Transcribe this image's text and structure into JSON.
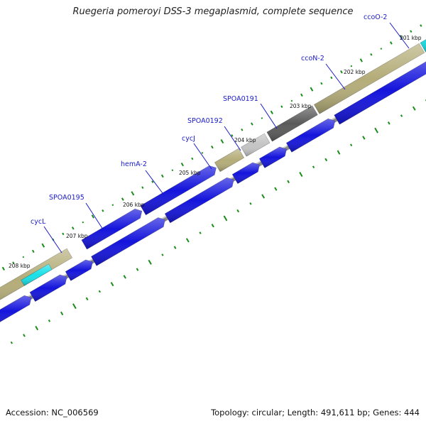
{
  "title": "Ruegeria pomeroyi DSS-3 megaplasmid, complete sequence",
  "footer": {
    "accession": "Accession: NC_006569",
    "summary": "Topology: circular; Length: 491,611 bp; Genes: 444"
  },
  "colors": {
    "cds": "#1414dc",
    "rna": "#b4ac78",
    "highlight": "#16e0e8",
    "dark_gene": "#5a5a5a",
    "light_gene": "#c4c4c4",
    "backbone": "#888888",
    "gc_dots": "#1a8c1a",
    "label": "#1a1ac8"
  },
  "tick_labels": [
    "201 kbp",
    "202 kbp",
    "203 kbp",
    "204 kbp",
    "205 kbp",
    "206 kbp",
    "207 kbp",
    "208 kbp"
  ],
  "gene_labels": [
    "ccoO-2",
    "ccoN-2",
    "SPOA0191",
    "SPOA0192",
    "cycJ",
    "hemA-2",
    "SPOA0195",
    "cycL"
  ]
}
